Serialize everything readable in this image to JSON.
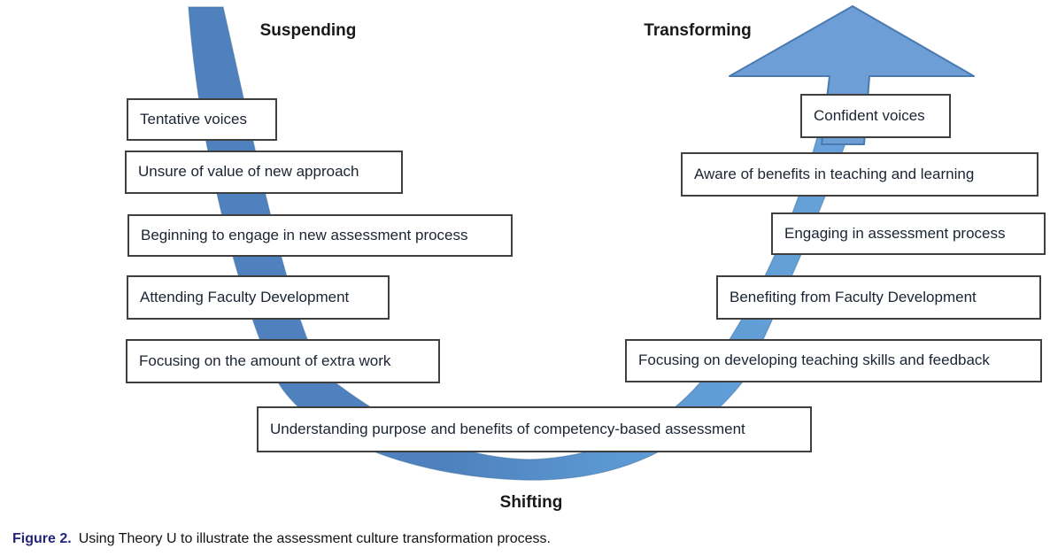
{
  "figure": {
    "stages": {
      "suspending": "Suspending",
      "transforming": "Transforming",
      "shifting": "Shifting"
    },
    "left_column": [
      "Tentative voices",
      "Unsure of value of new approach",
      "Beginning to engage in new assessment process",
      "Attending Faculty Development",
      "Focusing on the amount of extra work"
    ],
    "bottom_box": "Understanding purpose and benefits of competency-based assessment",
    "right_column": [
      "Confident voices",
      "Aware of benefits in teaching and learning",
      "Engaging in assessment process",
      "Benefiting from Faculty Development",
      "Focusing on developing teaching skills and feedback"
    ],
    "caption": {
      "label": "Figure 2.",
      "text": "Using Theory U to illustrate the assessment culture transformation process."
    },
    "colors": {
      "ribbon_left": "#4e81bd",
      "ribbon_right": "#68a3da",
      "arrow_fill": "#6d9ed6",
      "arrow_stroke": "#4a7ab0",
      "box_border": "#3f3f3f",
      "caption_label": "#24247e"
    }
  }
}
